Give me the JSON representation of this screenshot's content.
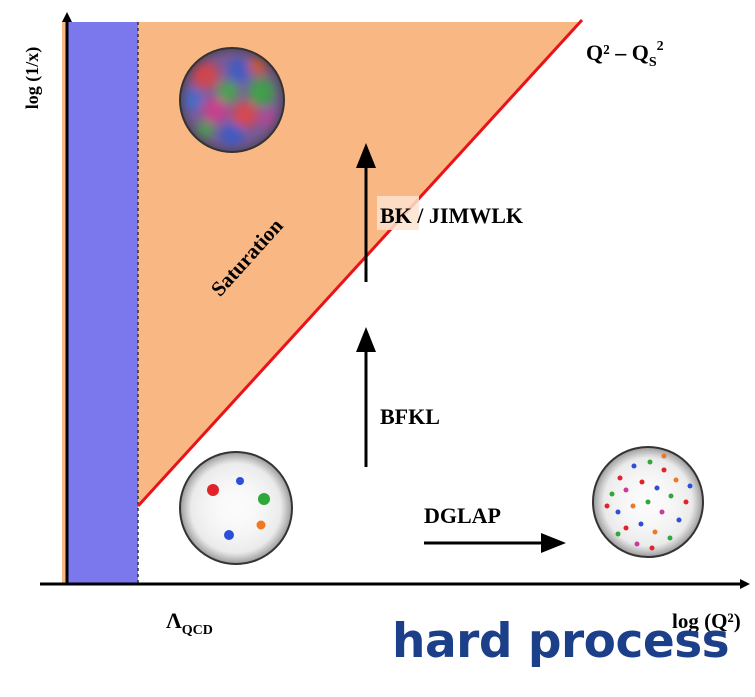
{
  "axes": {
    "y_label": "log (1/x)",
    "x_label": "log (Q²)",
    "x_tick_label": "Λ",
    "x_tick_sub": "QCD"
  },
  "regions": {
    "saturation_label": "Saturation",
    "saturation_color": "#f9b784",
    "nonperturbative_color": "#7b78ee"
  },
  "boundary": {
    "label_main": "Q² – Q",
    "label_sub": "S",
    "label_sup": "2",
    "line_color": "#e8141a"
  },
  "evolution": {
    "bk_label": "BK / JIMWLK",
    "bfkl_label": "BFKL",
    "dglap_label": "DGLAP"
  },
  "footer": {
    "title": "hard process",
    "title_color": "#1c3f8a"
  }
}
